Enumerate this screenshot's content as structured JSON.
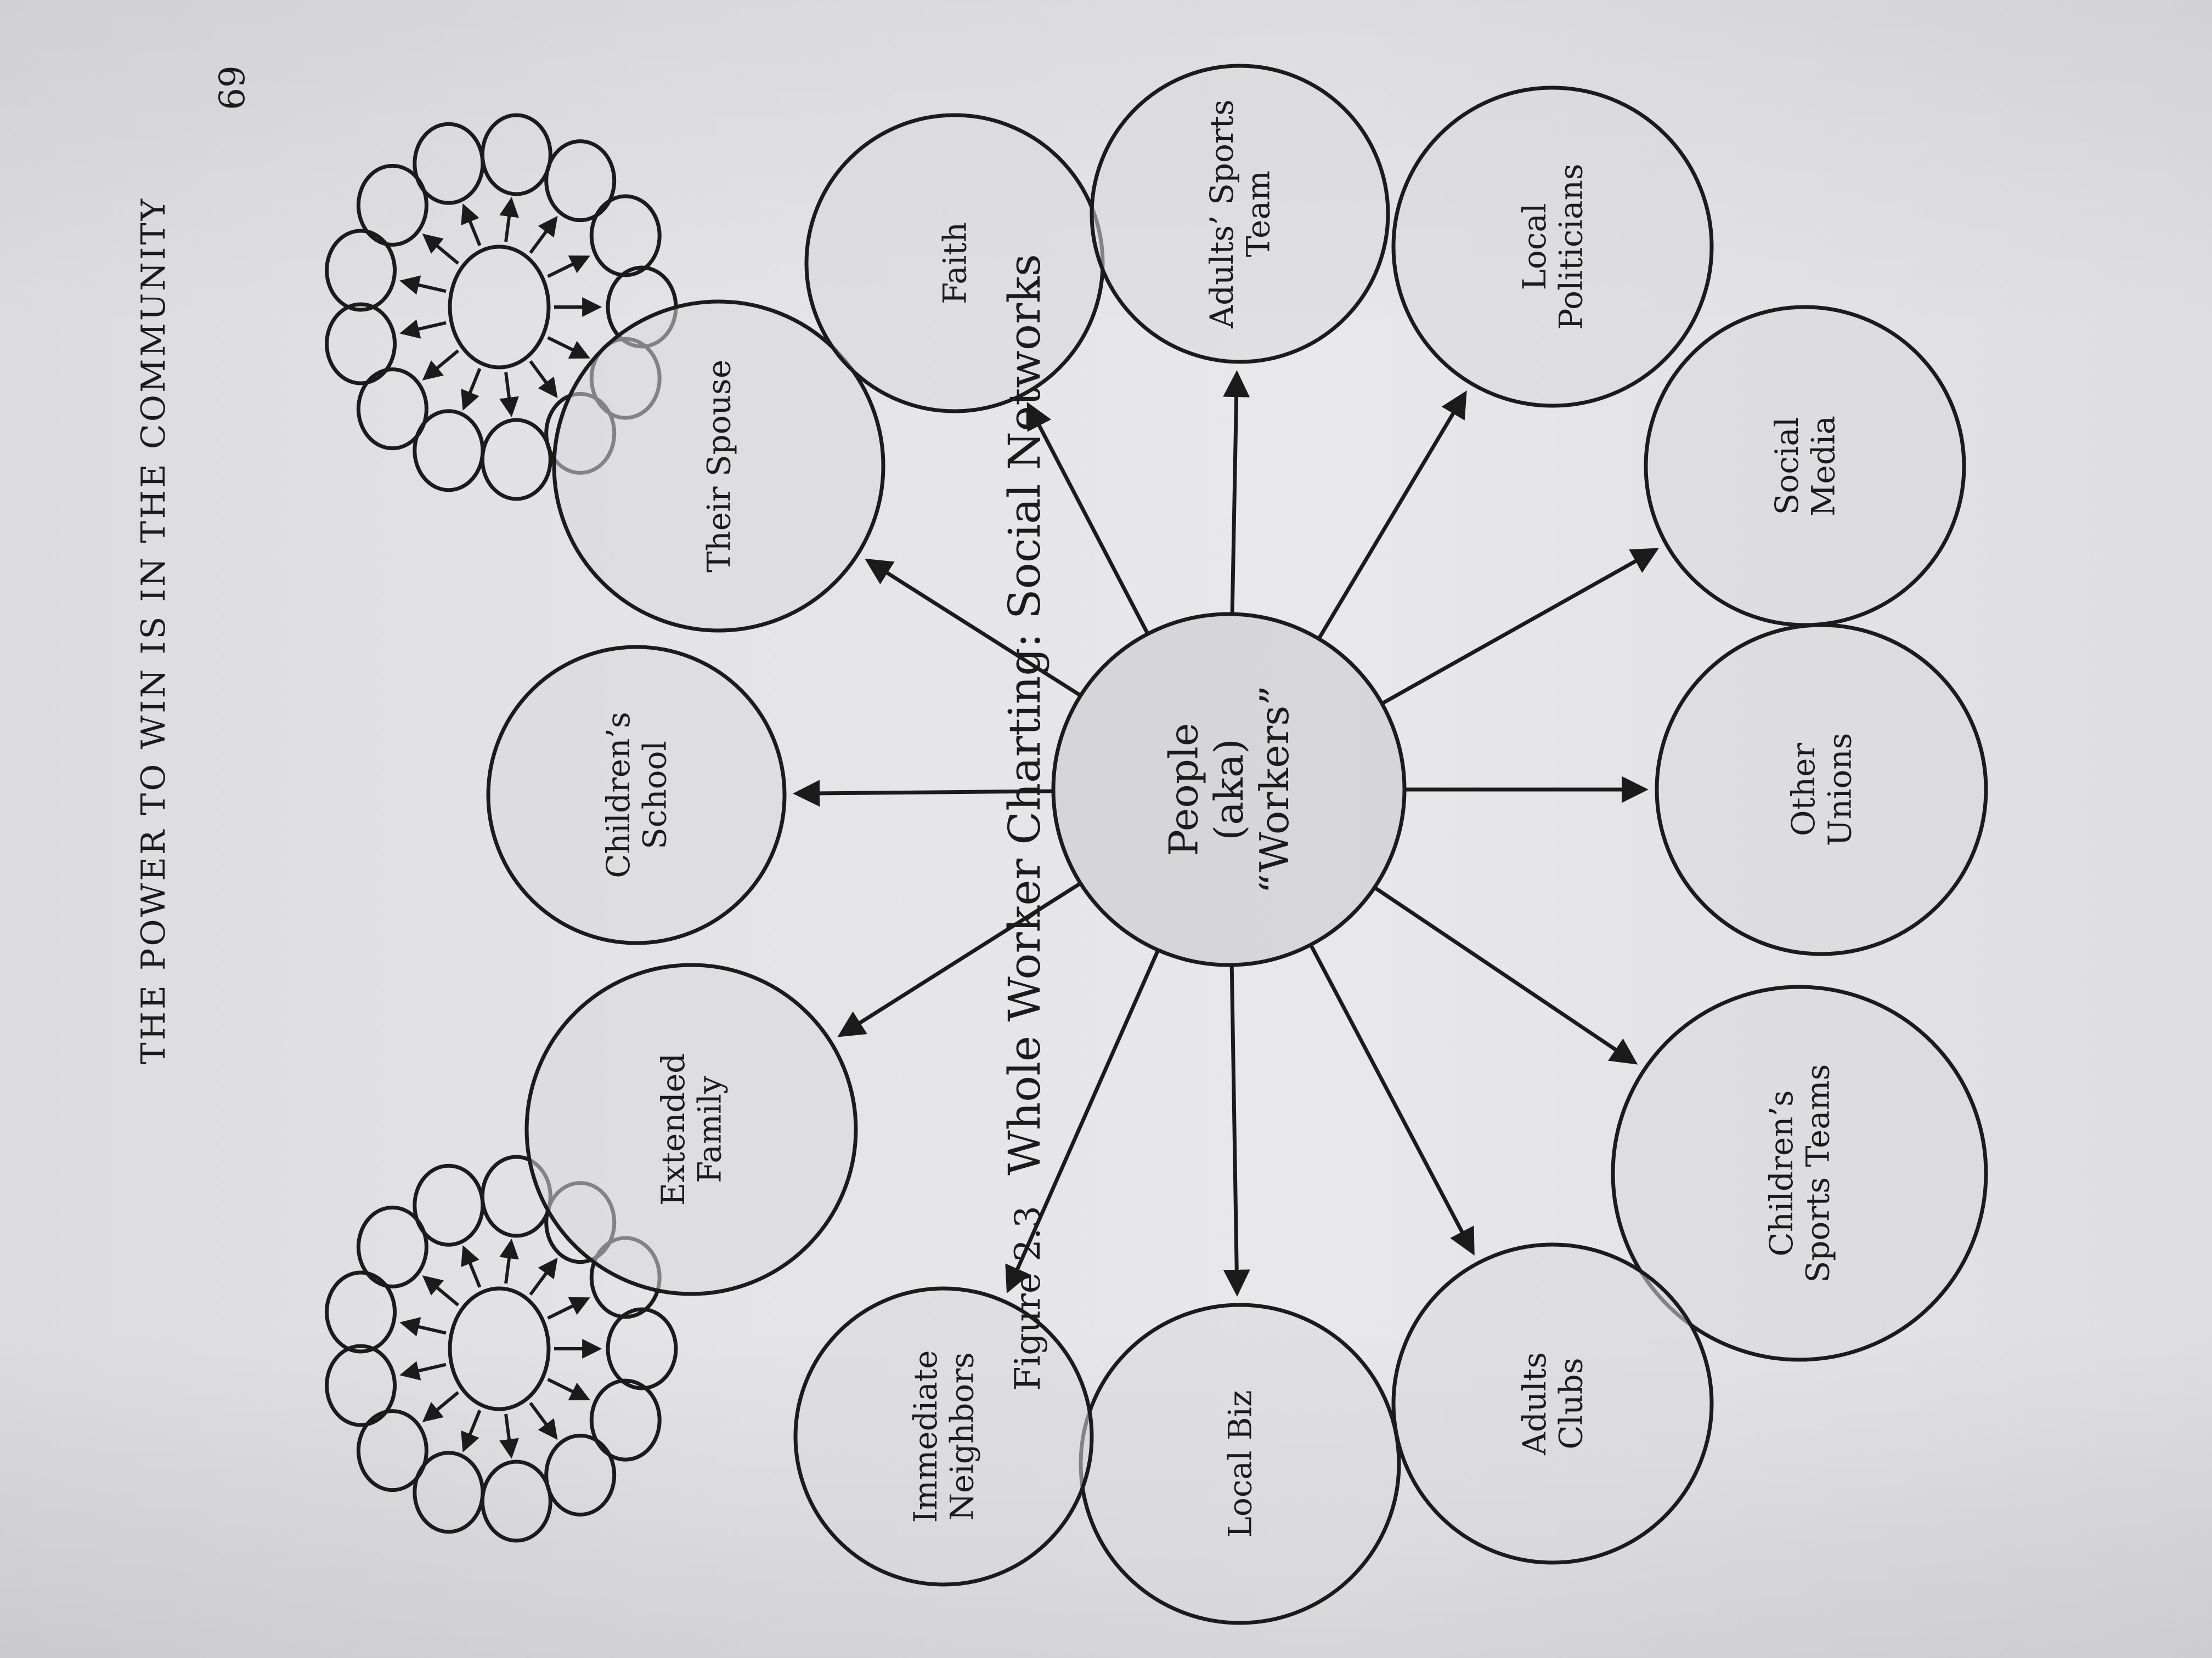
{
  "header": {
    "running_title": "THE POWER TO WIN IS IN THE COMMUNITY",
    "page_number": "69"
  },
  "diagram": {
    "center": {
      "lines": [
        "People",
        "(aka)",
        "“Workers”"
      ]
    },
    "nodes": [
      {
        "id": "extended-family",
        "lines": [
          "Extended",
          "Family"
        ]
      },
      {
        "id": "childrens-school",
        "lines": [
          "Children’s",
          "School"
        ]
      },
      {
        "id": "their-spouse",
        "lines": [
          "Their Spouse"
        ]
      },
      {
        "id": "faith",
        "lines": [
          "Faith"
        ]
      },
      {
        "id": "adults-sports-team",
        "lines": [
          "Adults’ Sports",
          "Team"
        ]
      },
      {
        "id": "local-politicians",
        "lines": [
          "Local",
          "Politicians"
        ]
      },
      {
        "id": "social-media",
        "lines": [
          "Social",
          "Media"
        ]
      },
      {
        "id": "other-unions",
        "lines": [
          "Other",
          "Unions"
        ]
      },
      {
        "id": "childrens-sports-teams",
        "lines": [
          "Children’s",
          "Sports Teams"
        ]
      },
      {
        "id": "adults-clubs",
        "lines": [
          "Adults",
          "Clubs"
        ]
      },
      {
        "id": "local-biz",
        "lines": [
          "Local Biz"
        ]
      },
      {
        "id": "immediate-neighbors",
        "lines": [
          "Immediate",
          "Neighbors"
        ]
      }
    ]
  },
  "caption": {
    "figure_label": "Figure 2.3",
    "title": "Whole Worker Charting: Social Networks"
  },
  "colors": {
    "ink": "#1b1b1b",
    "circle_fill": "#d9d9dc",
    "center_fill": "#c9c9cc",
    "page": "#e4e4e7"
  }
}
